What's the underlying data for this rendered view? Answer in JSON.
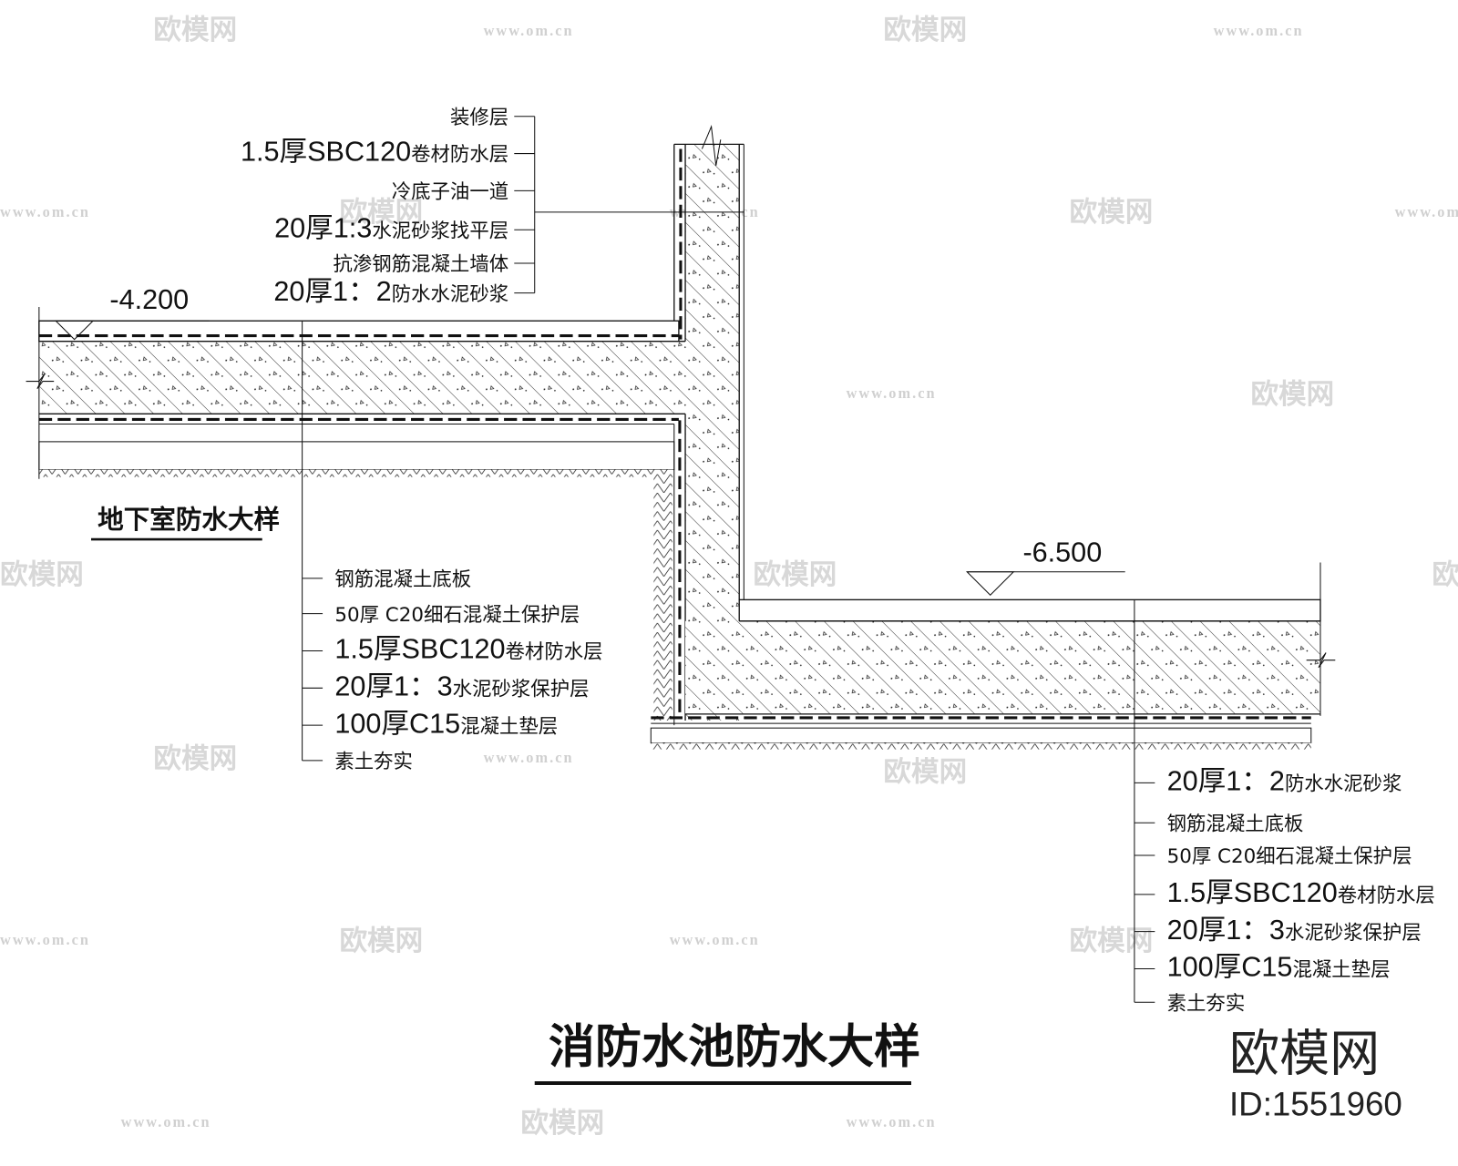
{
  "drawing": {
    "main_title": "消防水池防水大样",
    "sub_title": "地下室防水大样",
    "elevations": [
      "-4.200",
      "-6.500"
    ],
    "wall_callout": {
      "items": [
        {
          "num": "",
          "text": "装修层"
        },
        {
          "num": "1.5厚SBC120",
          "text": "卷材防水层"
        },
        {
          "num": "",
          "text": "冷底子油一道"
        },
        {
          "num": "20厚1:3",
          "text": "水泥砂浆找平层"
        },
        {
          "num": "",
          "text": "抗渗钢筋混凝土墙体"
        },
        {
          "num": "20厚1：2",
          "text": "防水水泥砂浆"
        }
      ]
    },
    "basement_callout": {
      "items": [
        {
          "num": "",
          "text": "钢筋混凝土底板"
        },
        {
          "num": "",
          "text": "50厚 C20细石混凝土保护层"
        },
        {
          "num": "1.5厚SBC120",
          "text": "卷材防水层"
        },
        {
          "num": "20厚1：3",
          "text": "水泥砂浆保护层"
        },
        {
          "num": "100厚C15",
          "text": "混凝土垫层"
        },
        {
          "num": "",
          "text": "素土夯实"
        }
      ]
    },
    "pool_callout": {
      "items": [
        {
          "num": "20厚1：2",
          "text": "防水水泥砂浆"
        },
        {
          "num": "",
          "text": "钢筋混凝土底板"
        },
        {
          "num": "",
          "text": "50厚 C20细石混凝土保护层"
        },
        {
          "num": "1.5厚SBC120",
          "text": "卷材防水层"
        },
        {
          "num": "20厚1：3",
          "text": "水泥砂浆保护层"
        },
        {
          "num": "100厚C15",
          "text": "混凝土垫层"
        },
        {
          "num": "",
          "text": "素土夯实"
        }
      ]
    }
  },
  "watermark": {
    "brand": "欧模网",
    "url": "www.om.cn",
    "id_label": "ID:1551960"
  }
}
